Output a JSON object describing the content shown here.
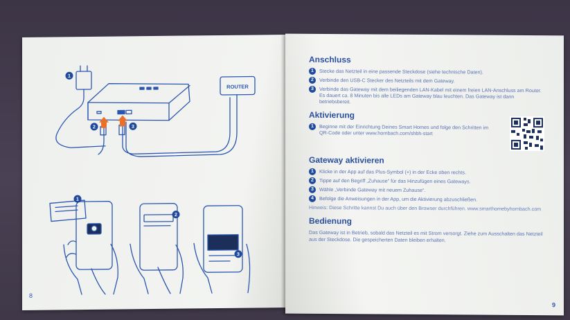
{
  "left_page": {
    "page_number": "8",
    "illustration": {
      "router_label": "ROUTER",
      "callouts": [
        "1",
        "2",
        "3"
      ],
      "app_callouts": [
        "1",
        "2",
        "3"
      ]
    }
  },
  "right_page": {
    "page_number": "9",
    "anschluss": {
      "heading": "Anschluss",
      "steps": [
        {
          "num": "1",
          "text": "Stecke das Netzteil in eine passende Steckdose (siehe technische Daten)."
        },
        {
          "num": "2",
          "text": "Verbinde den USB-C Stecker des Netzteils mit dem Gateway."
        },
        {
          "num": "3",
          "text": "Verbinde das Gateway mit dem beiliegenden LAN-Kabel mit einem freien LAN-Anschluss am Router. Es dauert ca. 8 Minuten bis alle LEDs am Gateway blau leuchten. Das Gateway ist dann betriebsbereit."
        }
      ]
    },
    "aktivierung": {
      "heading": "Aktivierung",
      "steps": [
        {
          "num": "1",
          "text": "Beginne mit der Einrichtung Deines Smart Homes und folge den Schritten im QR-Code oder unter www.hornbach.com/shbh-start"
        }
      ]
    },
    "gateway_aktivieren": {
      "heading": "Gateway aktivieren",
      "steps": [
        {
          "num": "1",
          "text": "Klicke in der App auf das Plus-Symbol (+) in der Ecke oben rechts."
        },
        {
          "num": "2",
          "text": "Tippe auf den Begriff „Zuhause“ für das Hinzufügen eines Gateways."
        },
        {
          "num": "3",
          "text": "Wähle „Verbinde Gateway mit neuem Zuhause“."
        },
        {
          "num": "4",
          "text": "Befolge die Anweisungen in der App, um die Aktivierung abzuschließen."
        }
      ],
      "note": "Hinweis: Diese Schritte kannst Du auch über den Browser durchführen. www.smarthomebyhornbach.com"
    },
    "bedienung": {
      "heading": "Bedienung",
      "text": "Das Gateway ist in Betrieb, sobald das Netzteil es mit Strom versorgt. Ziehe zum Ausschalten das Netzteil aus der Steckdose. Die gespeicherten Daten bleiben erhalten."
    }
  },
  "colors": {
    "accent": "#2a4f9e",
    "text_light": "#5b73b3",
    "page": "#f2f3f0",
    "background": "#433b4d"
  }
}
